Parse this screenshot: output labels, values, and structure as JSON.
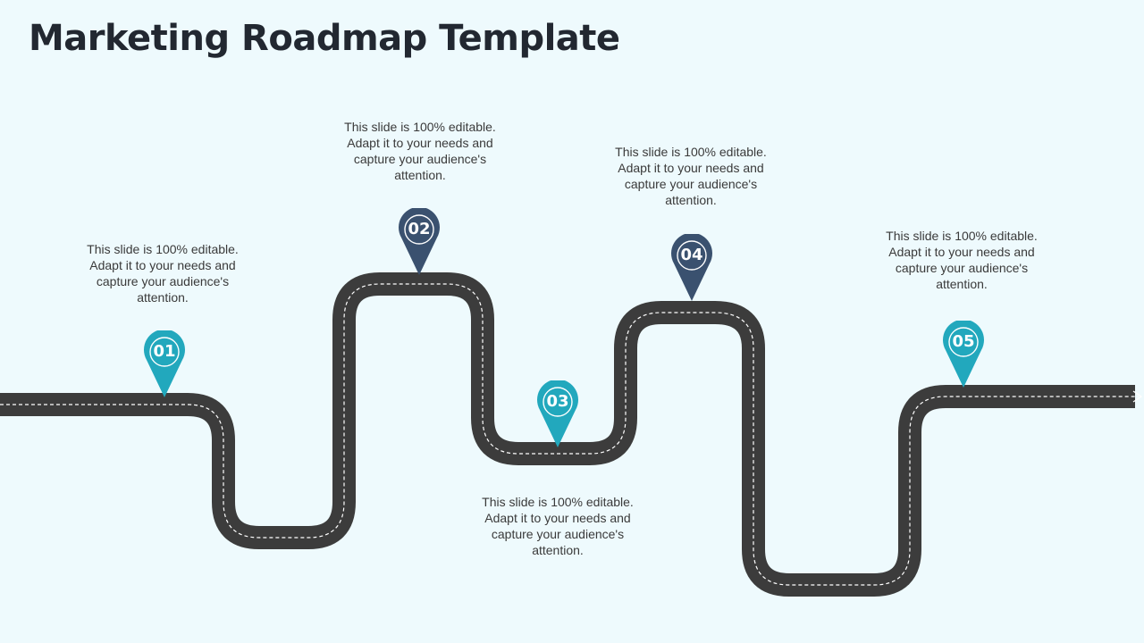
{
  "title": "Marketing Roadmap Template",
  "colors": {
    "background": "#eefafd",
    "road": "#3c3c3c",
    "road_dash": "#ffffff",
    "teal": "#22a8bd",
    "navy": "#3a516f"
  },
  "milestones": [
    {
      "number": "01",
      "color": "teal",
      "text": "This slide is 100% editable. Adapt it to your needs and capture your audience's attention."
    },
    {
      "number": "02",
      "color": "navy",
      "text": "This slide is 100% editable. Adapt it to your needs and capture your audience's attention."
    },
    {
      "number": "03",
      "color": "teal",
      "text": "This slide is 100% editable. Adapt it to your needs and capture your audience's attention."
    },
    {
      "number": "04",
      "color": "navy",
      "text": "This slide is 100% editable. Adapt it to your needs and capture your audience's attention."
    },
    {
      "number": "05",
      "color": "teal",
      "text": "This slide is 100% editable. Adapt it to your needs and capture your audience's attention."
    }
  ]
}
